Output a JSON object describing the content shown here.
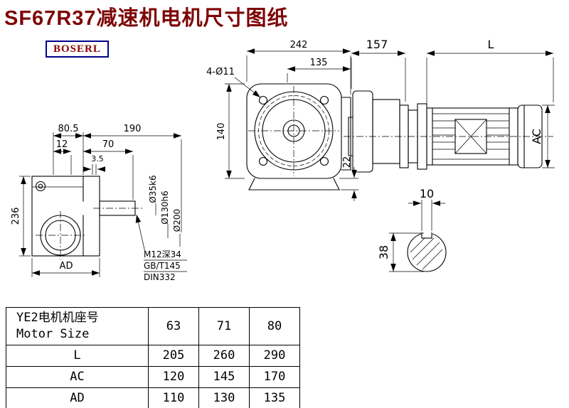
{
  "title": "SF67R37减速机电机尺寸图纸",
  "logo": "BOSERL",
  "front_view": {
    "dim_242": "242",
    "dim_135": "135",
    "holes": "4-Ø11",
    "dim_140": "140",
    "dim_22": "22"
  },
  "side_view": {
    "dim_157": "157",
    "dim_L": "L",
    "dim_AC": "AC"
  },
  "left_view": {
    "dim_80_5": "80.5",
    "dim_190": "190",
    "dim_12": "12",
    "dim_70": "70",
    "dim_3_5": "3.5",
    "dim_236": "236",
    "dim_AD": "AD",
    "dia_shaft": "Ø35k6",
    "dia_pilot": "Ø130h6",
    "dia_flange": "Ø200",
    "tap_note": "M12深34",
    "std_note1": "GB/T145",
    "std_note2": "DIN332"
  },
  "shaft_section": {
    "dim_10": "10",
    "dim_38": "38"
  },
  "table": {
    "header_cn": "YE2电机机座号",
    "header_en": "Motor Size",
    "sizes": [
      "63",
      "71",
      "80"
    ],
    "rows": [
      {
        "label": "L",
        "values": [
          "205",
          "260",
          "290"
        ]
      },
      {
        "label": "AC",
        "values": [
          "120",
          "145",
          "170"
        ]
      },
      {
        "label": "AD",
        "values": [
          "110",
          "130",
          "135"
        ]
      }
    ]
  },
  "colors": {
    "title": "#7e0505",
    "logo_border": "#00008b",
    "line": "#000000"
  }
}
